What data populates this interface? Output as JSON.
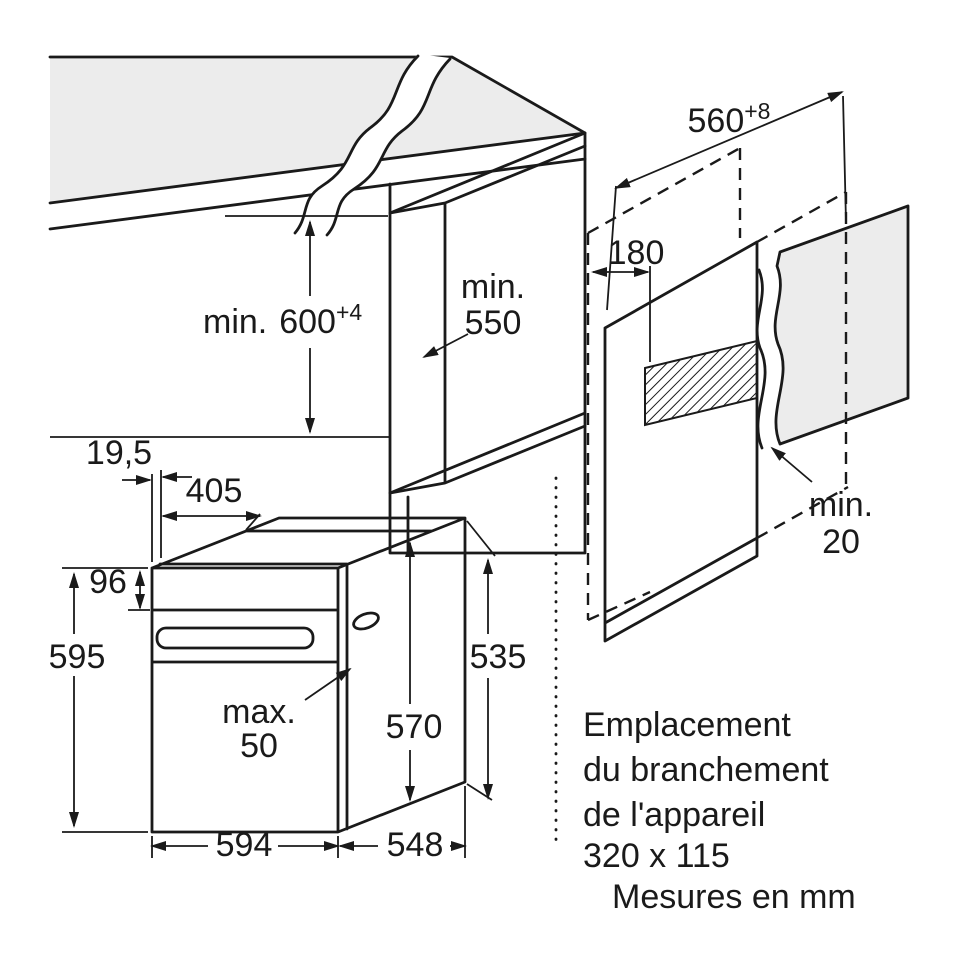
{
  "colors": {
    "line": "#1a1a1a",
    "surface": "#ececec",
    "page": "#ffffff"
  },
  "installation": {
    "niche_height_prefix": "min.",
    "niche_height_value": "600",
    "niche_height_tol": "+4",
    "niche_depth_prefix": "min.",
    "niche_depth_value": "550",
    "connection_offset": "180",
    "niche_width_value": "560",
    "niche_width_tol": "+8",
    "rear_gap_prefix": "min.",
    "rear_gap_value": "20"
  },
  "oven": {
    "frame_depth": "19,5",
    "top_depth": "405",
    "panel_height": "96",
    "height": "595",
    "cable_prefix": "max.",
    "cable_value": "50",
    "body_height": "570",
    "rear_height": "535",
    "width": "594",
    "depth": "548"
  },
  "note": {
    "line1": "Emplacement",
    "line2": "du branchement",
    "line3": "de l'appareil",
    "line4": "320 x 115",
    "units": "Mesures en mm"
  }
}
